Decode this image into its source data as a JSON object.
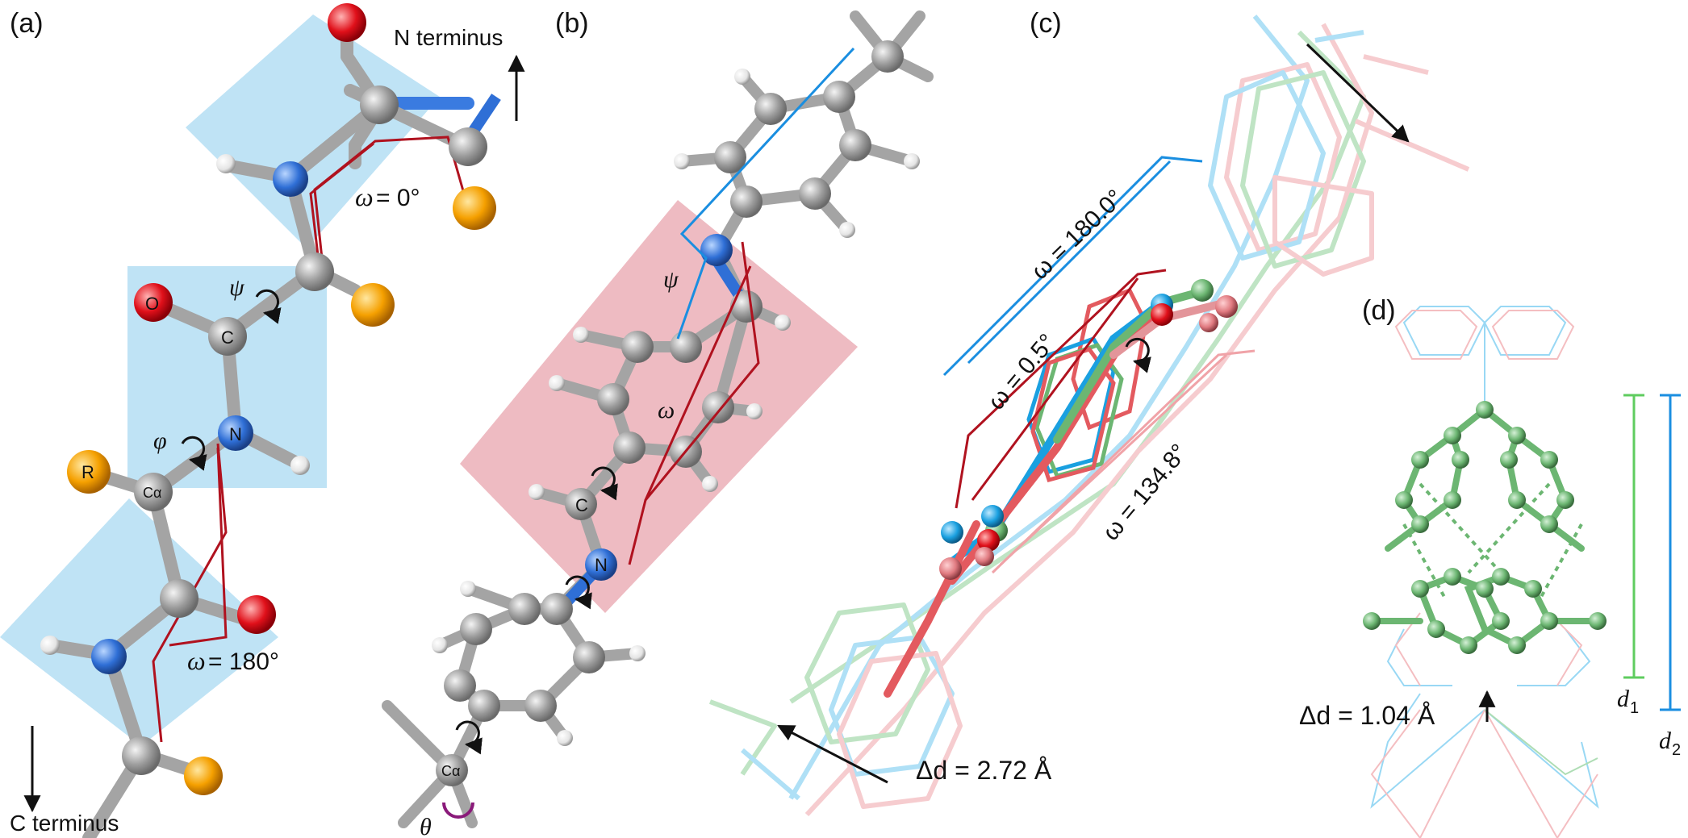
{
  "figure": {
    "panel_a": {
      "label": "(a)",
      "n_terminus": "N terminus",
      "c_terminus": "C terminus",
      "omega_top": "= 0°",
      "omega_bottom": "= 180°",
      "omega_symbol": "ω",
      "psi_symbol": "ψ",
      "phi_symbol": "φ",
      "atom_o": "O",
      "atom_c": "C",
      "atom_n": "N",
      "atom_r": "R",
      "atom_ca": "Cα"
    },
    "panel_b": {
      "label": "(b)",
      "psi_symbol": "ψ",
      "omega_symbol": "ω",
      "theta_symbol": "θ",
      "atom_c": "C",
      "atom_n": "N",
      "atom_ca": "Cα"
    },
    "panel_c": {
      "label": "(c)",
      "omega_blue": "ω = 180.0°",
      "omega_red": "ω = 0.5°",
      "omega_pink": "ω = 134.8°",
      "delta_d": "Δd = 2.72 Å"
    },
    "panel_d": {
      "label": "(d)",
      "delta_d": "Δd = 1.04 Å",
      "d1": "d",
      "d1_sub": "1",
      "d2": "d",
      "d2_sub": "2"
    },
    "colors": {
      "carbon": "#9a9a9a",
      "nitrogen": "#2f6fd6",
      "oxygen": "#e0101a",
      "hydrogen": "#f2f2f2",
      "r_group": "#f5a000",
      "plane_blue": "#bfe3f5",
      "plane_pink": "#eebbc2",
      "line_red": "#b0121f",
      "line_blue": "#1a8ee0",
      "green": "#5fb26b",
      "pink": "#f0a3a8"
    }
  }
}
